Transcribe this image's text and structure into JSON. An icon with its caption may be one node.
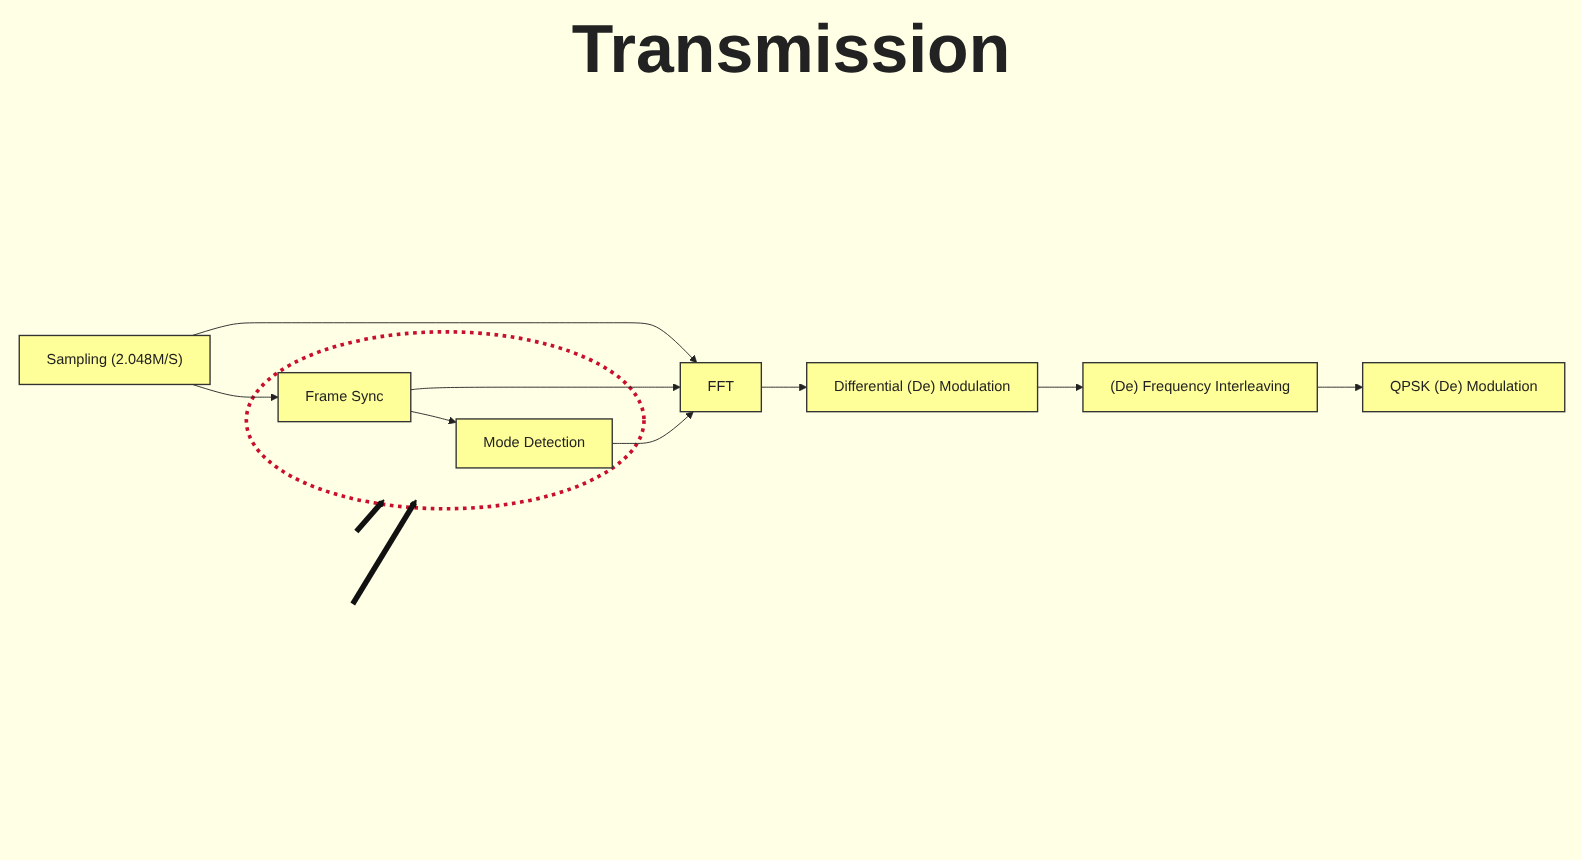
{
  "diagram": {
    "title": "Transmission",
    "nodes": [
      {
        "text": [
          "Sampling (2.048M/S)"
        ]
      },
      {
        "text": [
          "FFT"
        ]
      },
      {
        "text": [
          "Differential (De) Modulation"
        ]
      },
      {
        "text": [
          "(De) Frequency Interleaving"
        ]
      },
      {
        "text": [
          "QPSK (De) Modulation"
        ]
      },
      {
        "text": [],
        "shape": "circle"
      },
      {
        "text": [
          "Mode Detection"
        ],
        "in": 5
      },
      {
        "text": [
          "Frame Sync"
        ],
        "in": 5
      }
    ],
    "edges": [
      {
        "from": 0,
        "to": 1,
        "arrow": "to"
      },
      {
        "from": 0,
        "to": 7,
        "arrow": "to"
      },
      {
        "from": 1,
        "to": 2,
        "arrow": "to"
      },
      {
        "from": 2,
        "to": 3,
        "arrow": "to"
      },
      {
        "from": 3,
        "to": 4,
        "arrow": "to"
      },
      {
        "from": 7,
        "to": 1,
        "arrow": "to"
      },
      {
        "from": 7,
        "to": 6,
        "arrow": "to"
      },
      {
        "from": 6,
        "to": 1,
        "arrow": "to"
      },
      {
        "from": null,
        "to": 5,
        "arrow": "to",
        "style": "thick"
      },
      {
        "from": null,
        "to": 5,
        "arrow": "to",
        "style": "thick"
      }
    ]
  }
}
